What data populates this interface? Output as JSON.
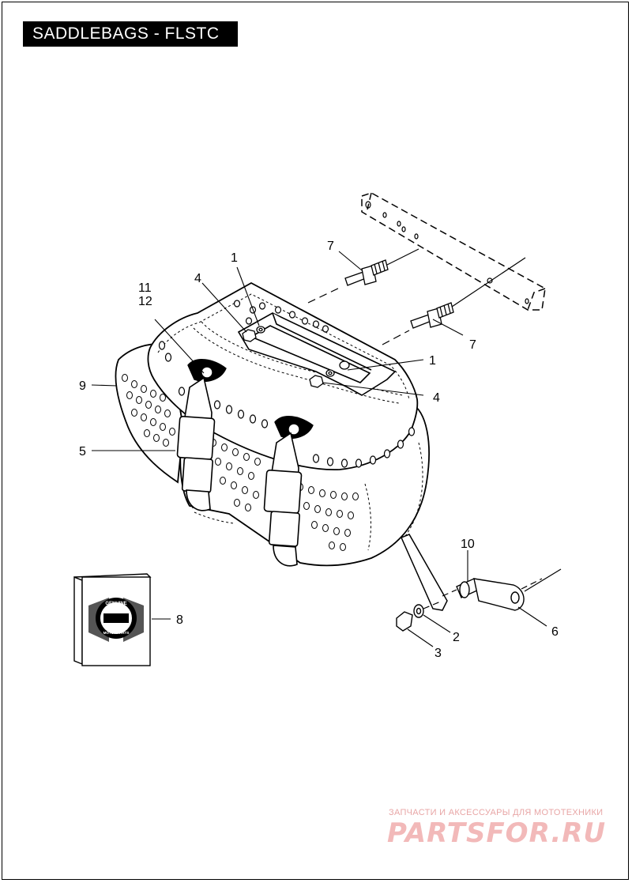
{
  "header": {
    "title": "SADDLEBAGS - FLSTC"
  },
  "callouts": {
    "c1_top": "1",
    "c1_right": "1",
    "c2": "2",
    "c3": "3",
    "c4_left": "4",
    "c4_right": "4",
    "c5": "5",
    "c6": "6",
    "c7_top": "7",
    "c7_right": "7",
    "c8": "8",
    "c9": "9",
    "c10": "10",
    "c11": "11",
    "c12": "12"
  },
  "kit_box": {
    "badge_top": "GENUINE",
    "badge_bottom": "MOTOR PARTS"
  },
  "watermark": {
    "subtitle": "ЗАПЧАСТИ И АКСЕССУАРЫ ДЛЯ МОТОТЕХНИКИ",
    "brand": "PARTSFOR.RU"
  }
}
